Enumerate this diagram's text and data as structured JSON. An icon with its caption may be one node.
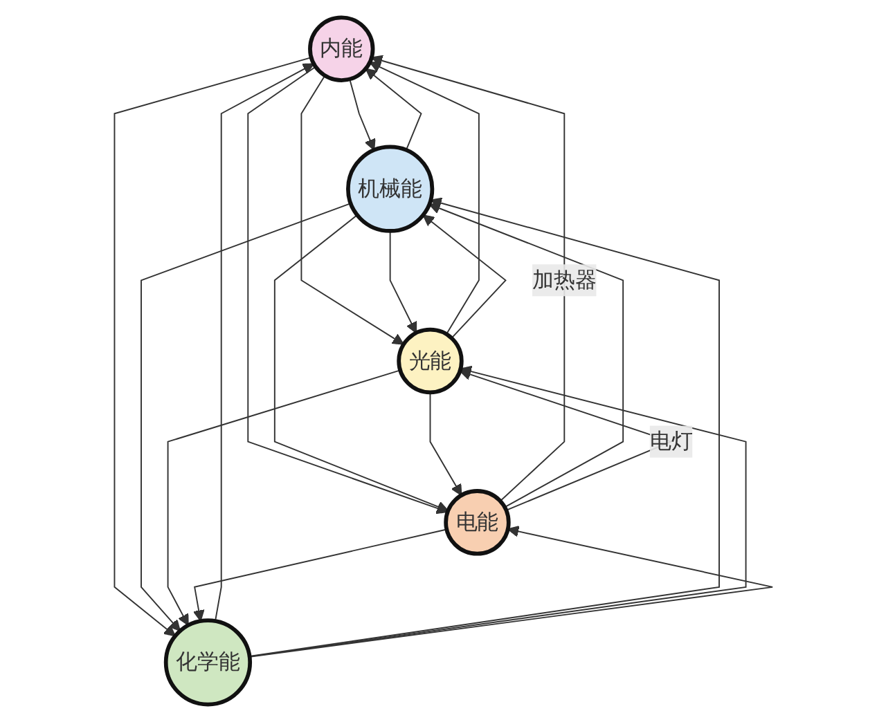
{
  "diagram": {
    "nodes": [
      {
        "text": [
          "内能"
        ]
      },
      {
        "text": [
          "机械能"
        ]
      },
      {
        "text": [
          "光能"
        ]
      },
      {
        "text": [
          "电能"
        ]
      },
      {
        "text": [
          "化学能"
        ]
      }
    ],
    "edges": [
      {
        "from": 0,
        "to": 1,
        "arrow": "to"
      },
      {
        "from": 1,
        "to": 0,
        "arrow": "to"
      },
      {
        "from": 0,
        "to": 2,
        "arrow": "to"
      },
      {
        "from": 2,
        "to": 0,
        "arrow": "to"
      },
      {
        "from": 1,
        "to": 2,
        "arrow": "to"
      },
      {
        "from": 2,
        "to": 1,
        "arrow": "to"
      },
      {
        "from": 0,
        "to": 3,
        "arrow": "to"
      },
      {
        "from": 3,
        "to": 0,
        "label": "加热器",
        "arrow": "to"
      },
      {
        "from": 0,
        "to": 4,
        "arrow": "to"
      },
      {
        "from": 4,
        "to": 0,
        "arrow": "to"
      },
      {
        "from": 1,
        "to": 3,
        "arrow": "to"
      },
      {
        "from": 3,
        "to": 1,
        "arrow": "to"
      },
      {
        "from": 1,
        "to": 4,
        "arrow": "to"
      },
      {
        "from": 4,
        "to": 1,
        "arrow": "to"
      },
      {
        "from": 2,
        "to": 3,
        "arrow": "to"
      },
      {
        "from": 3,
        "to": 2,
        "label": "电灯",
        "arrow": "to"
      },
      {
        "from": 2,
        "to": 4,
        "arrow": "to"
      },
      {
        "from": 4,
        "to": 2,
        "arrow": "to"
      },
      {
        "from": 3,
        "to": 4,
        "arrow": "to"
      },
      {
        "from": 4,
        "to": 3,
        "arrow": "to"
      }
    ]
  }
}
